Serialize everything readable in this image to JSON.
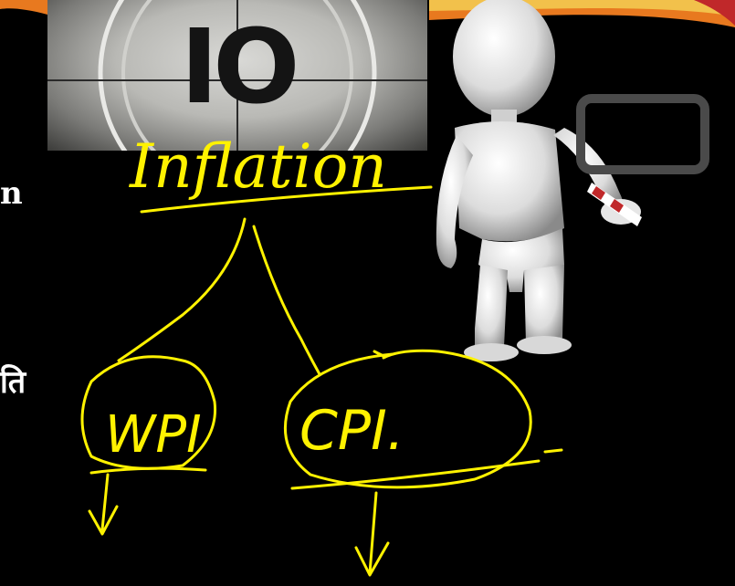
{
  "slide": {
    "countdown_number": "IO",
    "left_text_fragments": [
      "n",
      "ति"
    ]
  },
  "annotations": {
    "title_word": "Inflation",
    "branches": [
      "WPI",
      "CPI."
    ],
    "ink_color": "#FFF200"
  },
  "colors": {
    "background": "#000000",
    "text": "#FFFFFF",
    "swoosh_orange": "#E8791F",
    "swoosh_red": "#C0282A"
  }
}
